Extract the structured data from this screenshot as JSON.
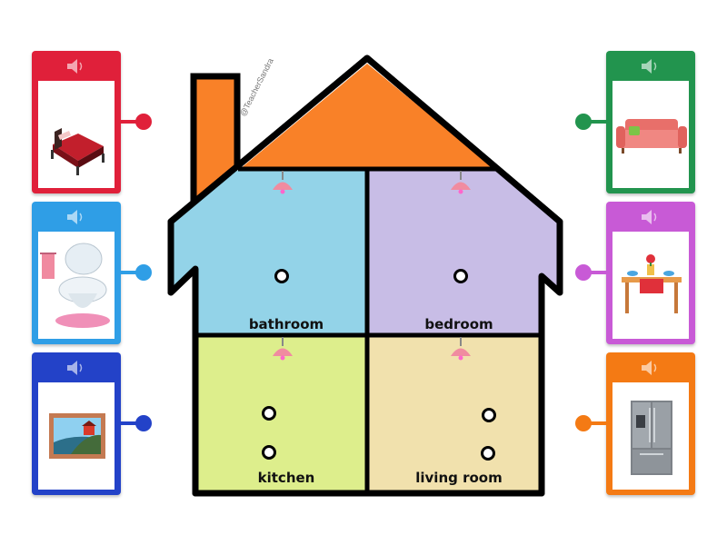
{
  "rooms": {
    "bathroom": "bathroom",
    "bedroom": "bedroom",
    "kitchen": "kitchen",
    "living_room": "living room"
  },
  "watermark": "@TeacherSandra",
  "cards": [
    {
      "item_icon": "bed-icon",
      "color": "#e0203a"
    },
    {
      "item_icon": "toilet-icon",
      "color": "#2f9ee6"
    },
    {
      "item_icon": "framed-picture-icon",
      "color": "#2342c8"
    },
    {
      "item_icon": "sofa-icon",
      "color": "#22944e"
    },
    {
      "item_icon": "dining-table-icon",
      "color": "#c85ad6"
    },
    {
      "item_icon": "refrigerator-icon",
      "color": "#f47a14"
    }
  ],
  "colors": {
    "roof": "#f98128",
    "bathroom": "#93d3e8",
    "bedroom": "#c8bde6",
    "kitchen": "#ddee8c",
    "living_room": "#f1e1ad"
  }
}
